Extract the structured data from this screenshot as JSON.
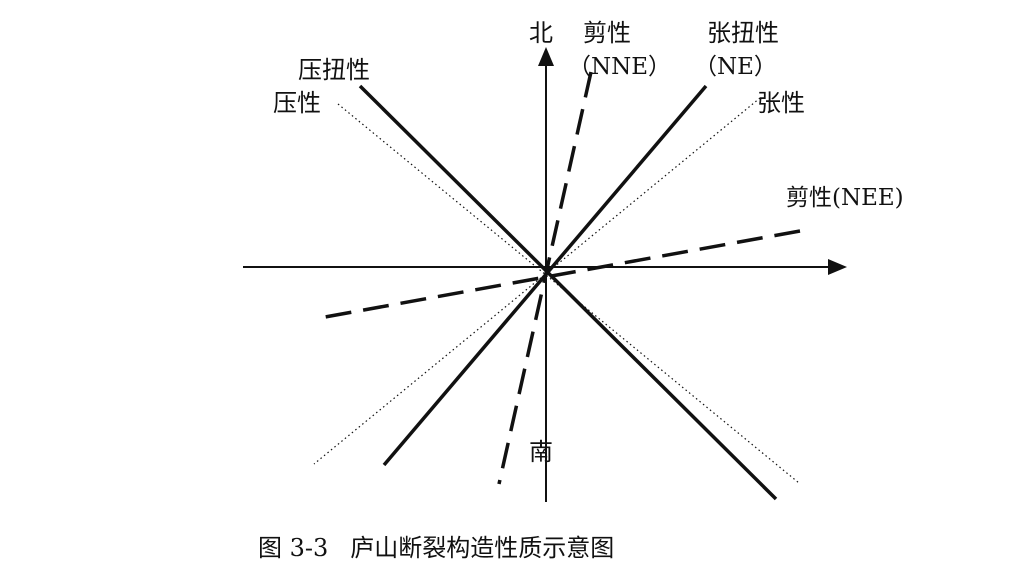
{
  "directions": {
    "north": "北",
    "south": "南"
  },
  "labels": {
    "shear_nne_name": "剪性",
    "shear_nne_dir": "（NNE）",
    "tension_shear_name": "张扭性",
    "tension_shear_dir": "（NE）",
    "compression_shear": "压扭性",
    "compression": "压性",
    "tension": "张性",
    "shear_nee": "剪性(NEE)"
  },
  "caption": {
    "number": "图 3-3",
    "title": "庐山断裂构造性质示意图"
  },
  "line_styles": {
    "solid": "thick solid line",
    "dashed": "thick dashed line",
    "dotted": "thin dotted line"
  },
  "colors": {
    "ink": "#111111",
    "background": "#ffffff"
  }
}
